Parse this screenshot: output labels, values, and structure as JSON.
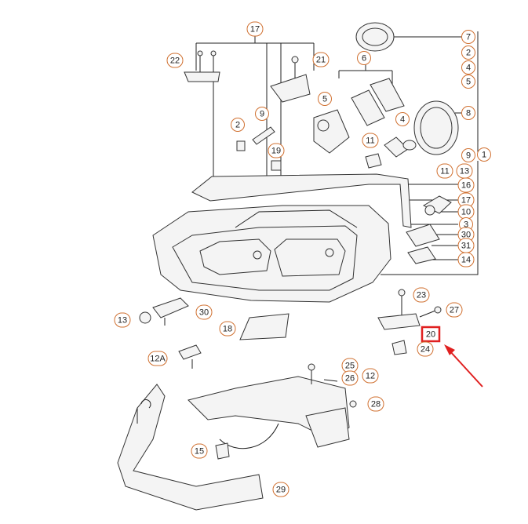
{
  "diagram": {
    "labels": {
      "l7": "7",
      "l2a": "2",
      "l4a": "4",
      "l5a": "5",
      "l8": "8",
      "l9": "9",
      "l1": "1",
      "l11": "11",
      "l13": "13",
      "l16": "16",
      "l17b": "17",
      "l10": "10",
      "l3": "3",
      "l30b": "30",
      "l31": "31",
      "l14": "14",
      "l17": "17",
      "l22": "22",
      "l21": "21",
      "l6": "6",
      "l5": "5",
      "l4": "4",
      "l2": "2",
      "l9b": "9",
      "l19": "19",
      "l11b": "11",
      "l23": "23",
      "l27": "27",
      "l20": "20",
      "l24": "24",
      "l13b": "13",
      "l30": "30",
      "l18": "18",
      "l12a": "12A",
      "l25": "25",
      "l26": "26",
      "l12": "12",
      "l28": "28",
      "l15": "15",
      "l29": "29"
    },
    "highlight": {
      "part": "20",
      "color": "#e02020"
    },
    "accent_color": "#d07030"
  }
}
